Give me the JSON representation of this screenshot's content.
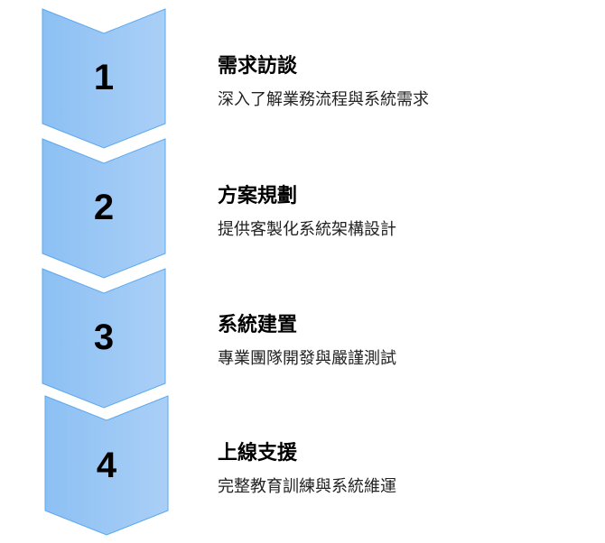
{
  "colors": {
    "fill_left": "#8cc0f4",
    "fill_right": "#aacff6",
    "stroke": "#5aa9ee"
  },
  "steps": [
    {
      "number": "1",
      "title": "需求訪談",
      "description": "深入了解業務流程與系統需求"
    },
    {
      "number": "2",
      "title": "方案規劃",
      "description": "提供客製化系統架構設計"
    },
    {
      "number": "3",
      "title": "系統建置",
      "description": "專業團隊開發與嚴謹測試"
    },
    {
      "number": "4",
      "title": "上線支援",
      "description": "完整教育訓練與系統維運"
    }
  ]
}
